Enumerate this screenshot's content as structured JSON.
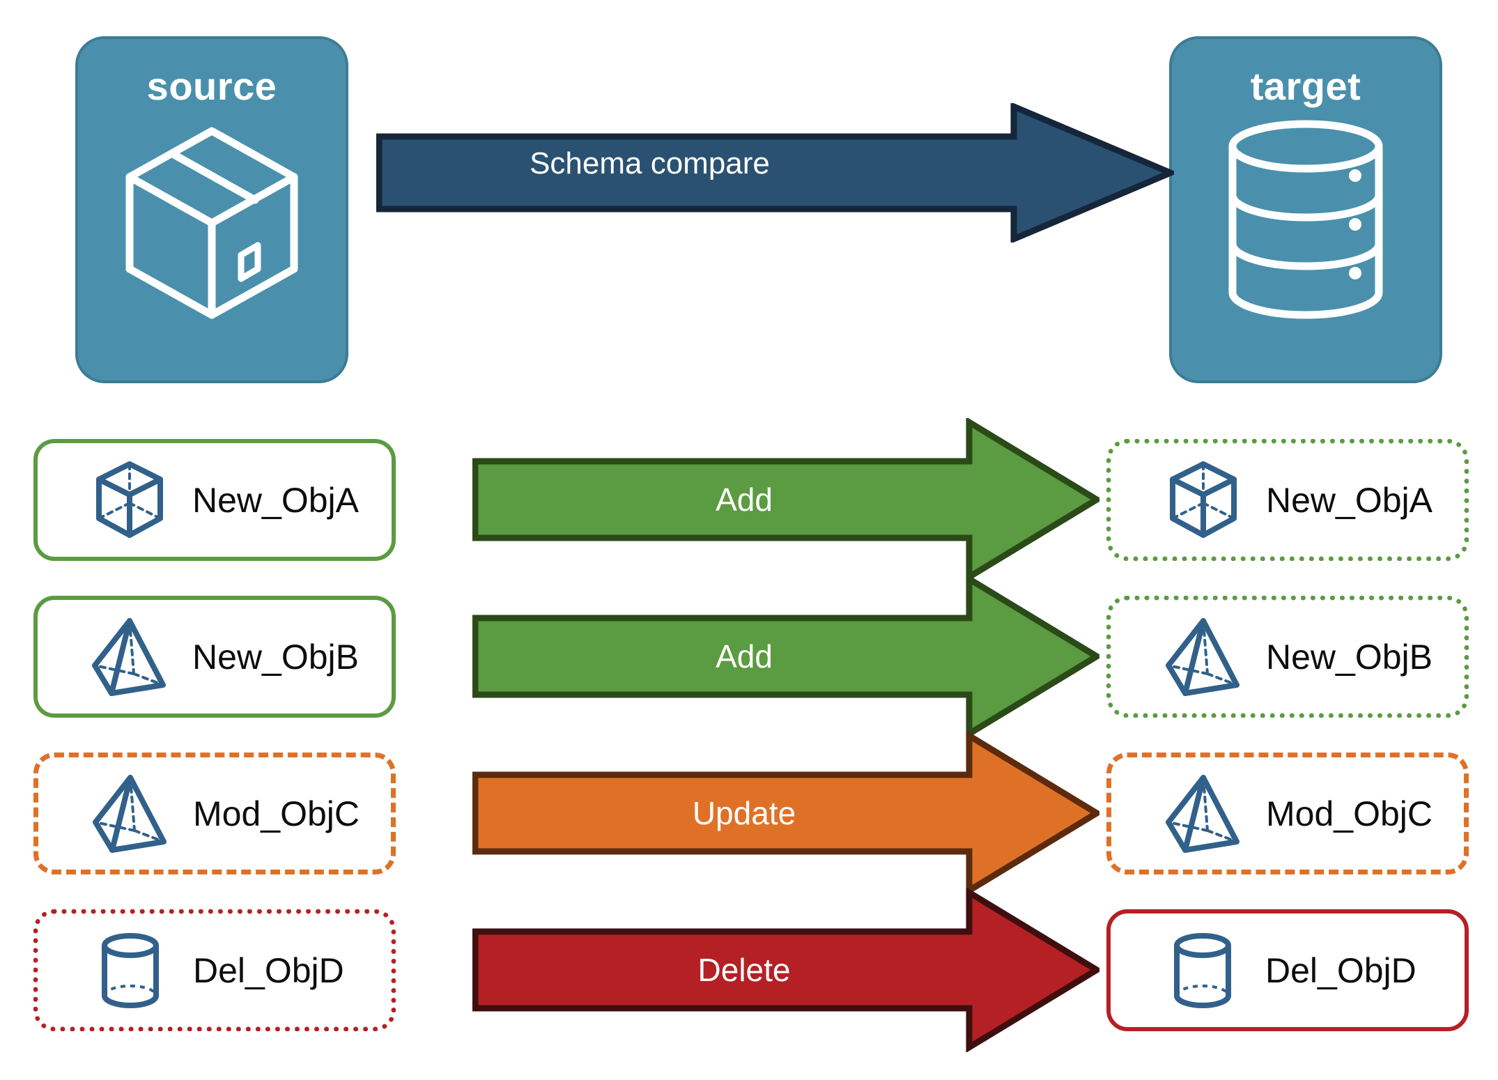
{
  "diagram": {
    "title": "Schema compare",
    "background": "#ffffff"
  },
  "endpoints": {
    "source": {
      "label": "source",
      "icon": "package-cube-icon",
      "fill": "#4a90ac",
      "border": "#3c7c95",
      "text_color": "#ffffff"
    },
    "target": {
      "label": "target",
      "icon": "database-cylinder-icon",
      "fill": "#4a90ac",
      "border": "#3c7c95",
      "text_color": "#ffffff"
    }
  },
  "main_arrow": {
    "label": "Schema compare",
    "fill": "#2a5171",
    "border": "#16263a",
    "text_color": "#ffffff"
  },
  "rows": [
    {
      "action": "Add",
      "arrow_fill": "#5b9b41",
      "arrow_border": "#2a4a17",
      "arrow_text_color": "#ffffff",
      "source": {
        "label": "New_ObjA",
        "icon": "wireframe-cube-icon",
        "border_style": "solid",
        "border_color": "#5b9b41"
      },
      "target": {
        "label": "New_ObjA",
        "icon": "wireframe-cube-icon",
        "border_style": "dotted",
        "border_color": "#5b9b41"
      }
    },
    {
      "action": "Add",
      "arrow_fill": "#5b9b41",
      "arrow_border": "#2a4a17",
      "arrow_text_color": "#ffffff",
      "source": {
        "label": "New_ObjB",
        "icon": "wireframe-pyramid-icon",
        "border_style": "solid",
        "border_color": "#5b9b41"
      },
      "target": {
        "label": "New_ObjB",
        "icon": "wireframe-pyramid-icon",
        "border_style": "dotted",
        "border_color": "#5b9b41"
      }
    },
    {
      "action": "Update",
      "arrow_fill": "#df7127",
      "arrow_border": "#5c2b0d",
      "arrow_text_color": "#ffffff",
      "source": {
        "label": "Mod_ObjC",
        "icon": "wireframe-pyramid-icon",
        "border_style": "dashed",
        "border_color": "#df7127"
      },
      "target": {
        "label": "Mod_ObjC",
        "icon": "wireframe-pyramid-icon",
        "border_style": "dashed",
        "border_color": "#df7127"
      }
    },
    {
      "action": "Delete",
      "arrow_fill": "#b52025",
      "arrow_border": "#3f0f0f",
      "arrow_text_color": "#ffffff",
      "source": {
        "label": "Del_ObjD",
        "icon": "wireframe-cylinder-icon",
        "border_style": "dotted",
        "border_color": "#b52025"
      },
      "target": {
        "label": "Del_ObjD",
        "icon": "wireframe-cylinder-icon",
        "border_style": "solid",
        "border_color": "#b52025"
      }
    }
  ],
  "icon_color": "#31618a"
}
